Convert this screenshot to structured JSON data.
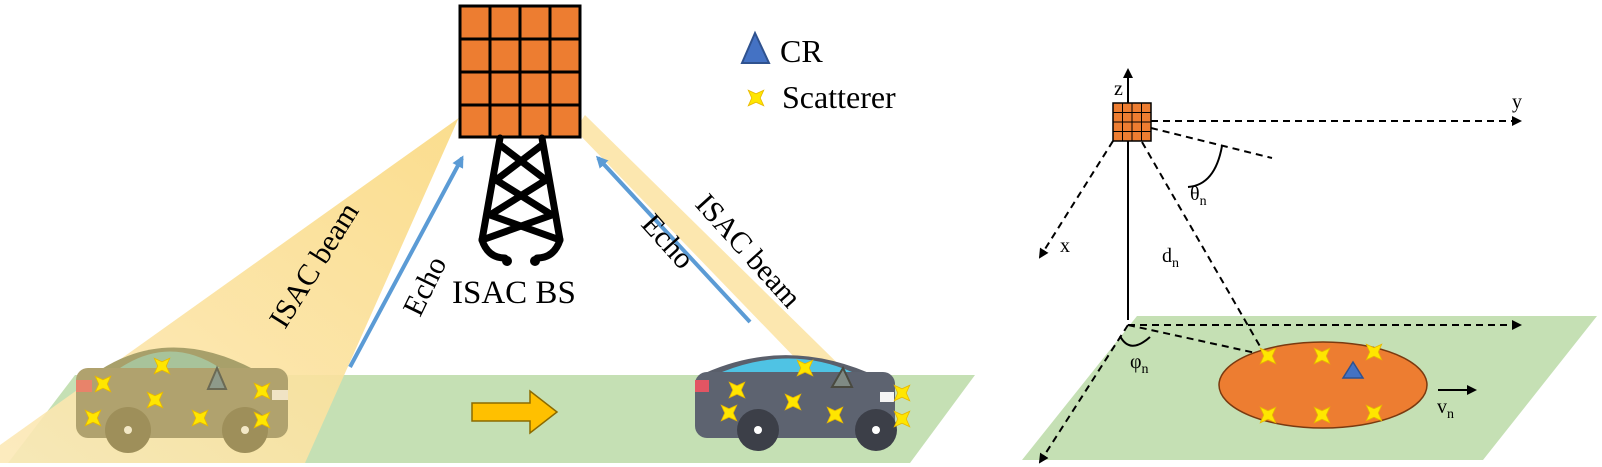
{
  "left_panel": {
    "bs_label": "ISAC BS",
    "beam_left_label": "ISAC beam",
    "echo_left_label": "Echo",
    "beam_right_label": "ISAC beam",
    "echo_right_label": "Echo",
    "legend": {
      "cr_label": "CR",
      "scatterer_label": "Scatterer"
    },
    "motion_arrow": "direction-right"
  },
  "right_panel": {
    "axis_z": "z",
    "axis_y": "y",
    "axis_x": "x",
    "theta_label": "θ",
    "theta_sub": "n",
    "d_label": "d",
    "d_sub": "n",
    "phi_label": "φ",
    "phi_sub": "n",
    "v_label": "v",
    "v_sub": "n"
  },
  "colors": {
    "array_orange": "#ED7D31",
    "beam_yellow": "#FCE4A6",
    "ground_green": "#C5E0B4",
    "echo_blue": "#5B9BD5",
    "cr_blue": "#4472C4",
    "scatterer_yellow": "#FFE600",
    "motion_arrow": "#FFC000"
  }
}
